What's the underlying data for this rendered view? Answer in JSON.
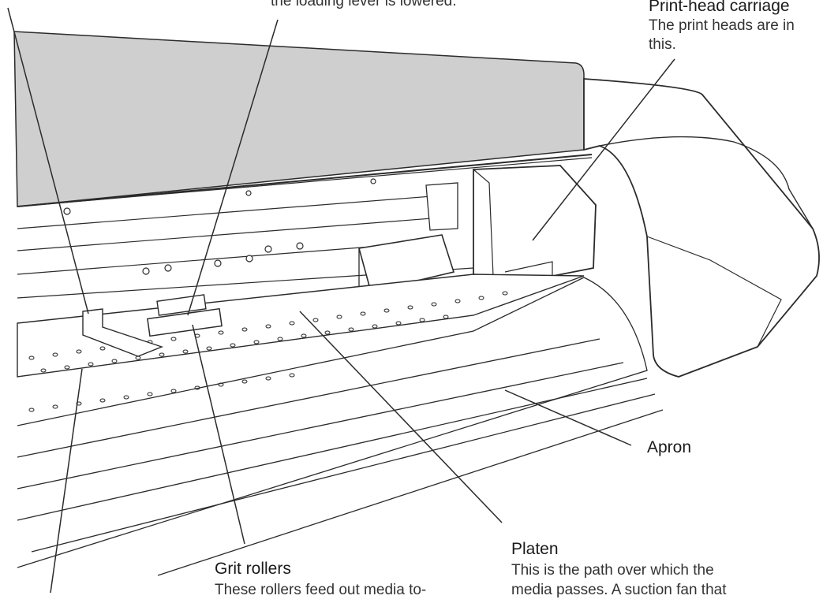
{
  "colors": {
    "ink": "#1a1a1a",
    "cover": "#cfcfcf",
    "line": "#2b2b2b"
  },
  "callouts": {
    "loading_lever_desc": "the loading lever is lowered.",
    "carriage_title": "Print-head carriage",
    "carriage_desc_1": "The print heads are in",
    "carriage_desc_2": "this.",
    "apron_title": "Apron",
    "platen_title": "Platen",
    "platen_desc_1": "This is the path over which the",
    "platen_desc_2": "media passes. A suction fan that",
    "grit_title": "Grit rollers",
    "grit_desc_1": "These rollers feed out media to-"
  }
}
